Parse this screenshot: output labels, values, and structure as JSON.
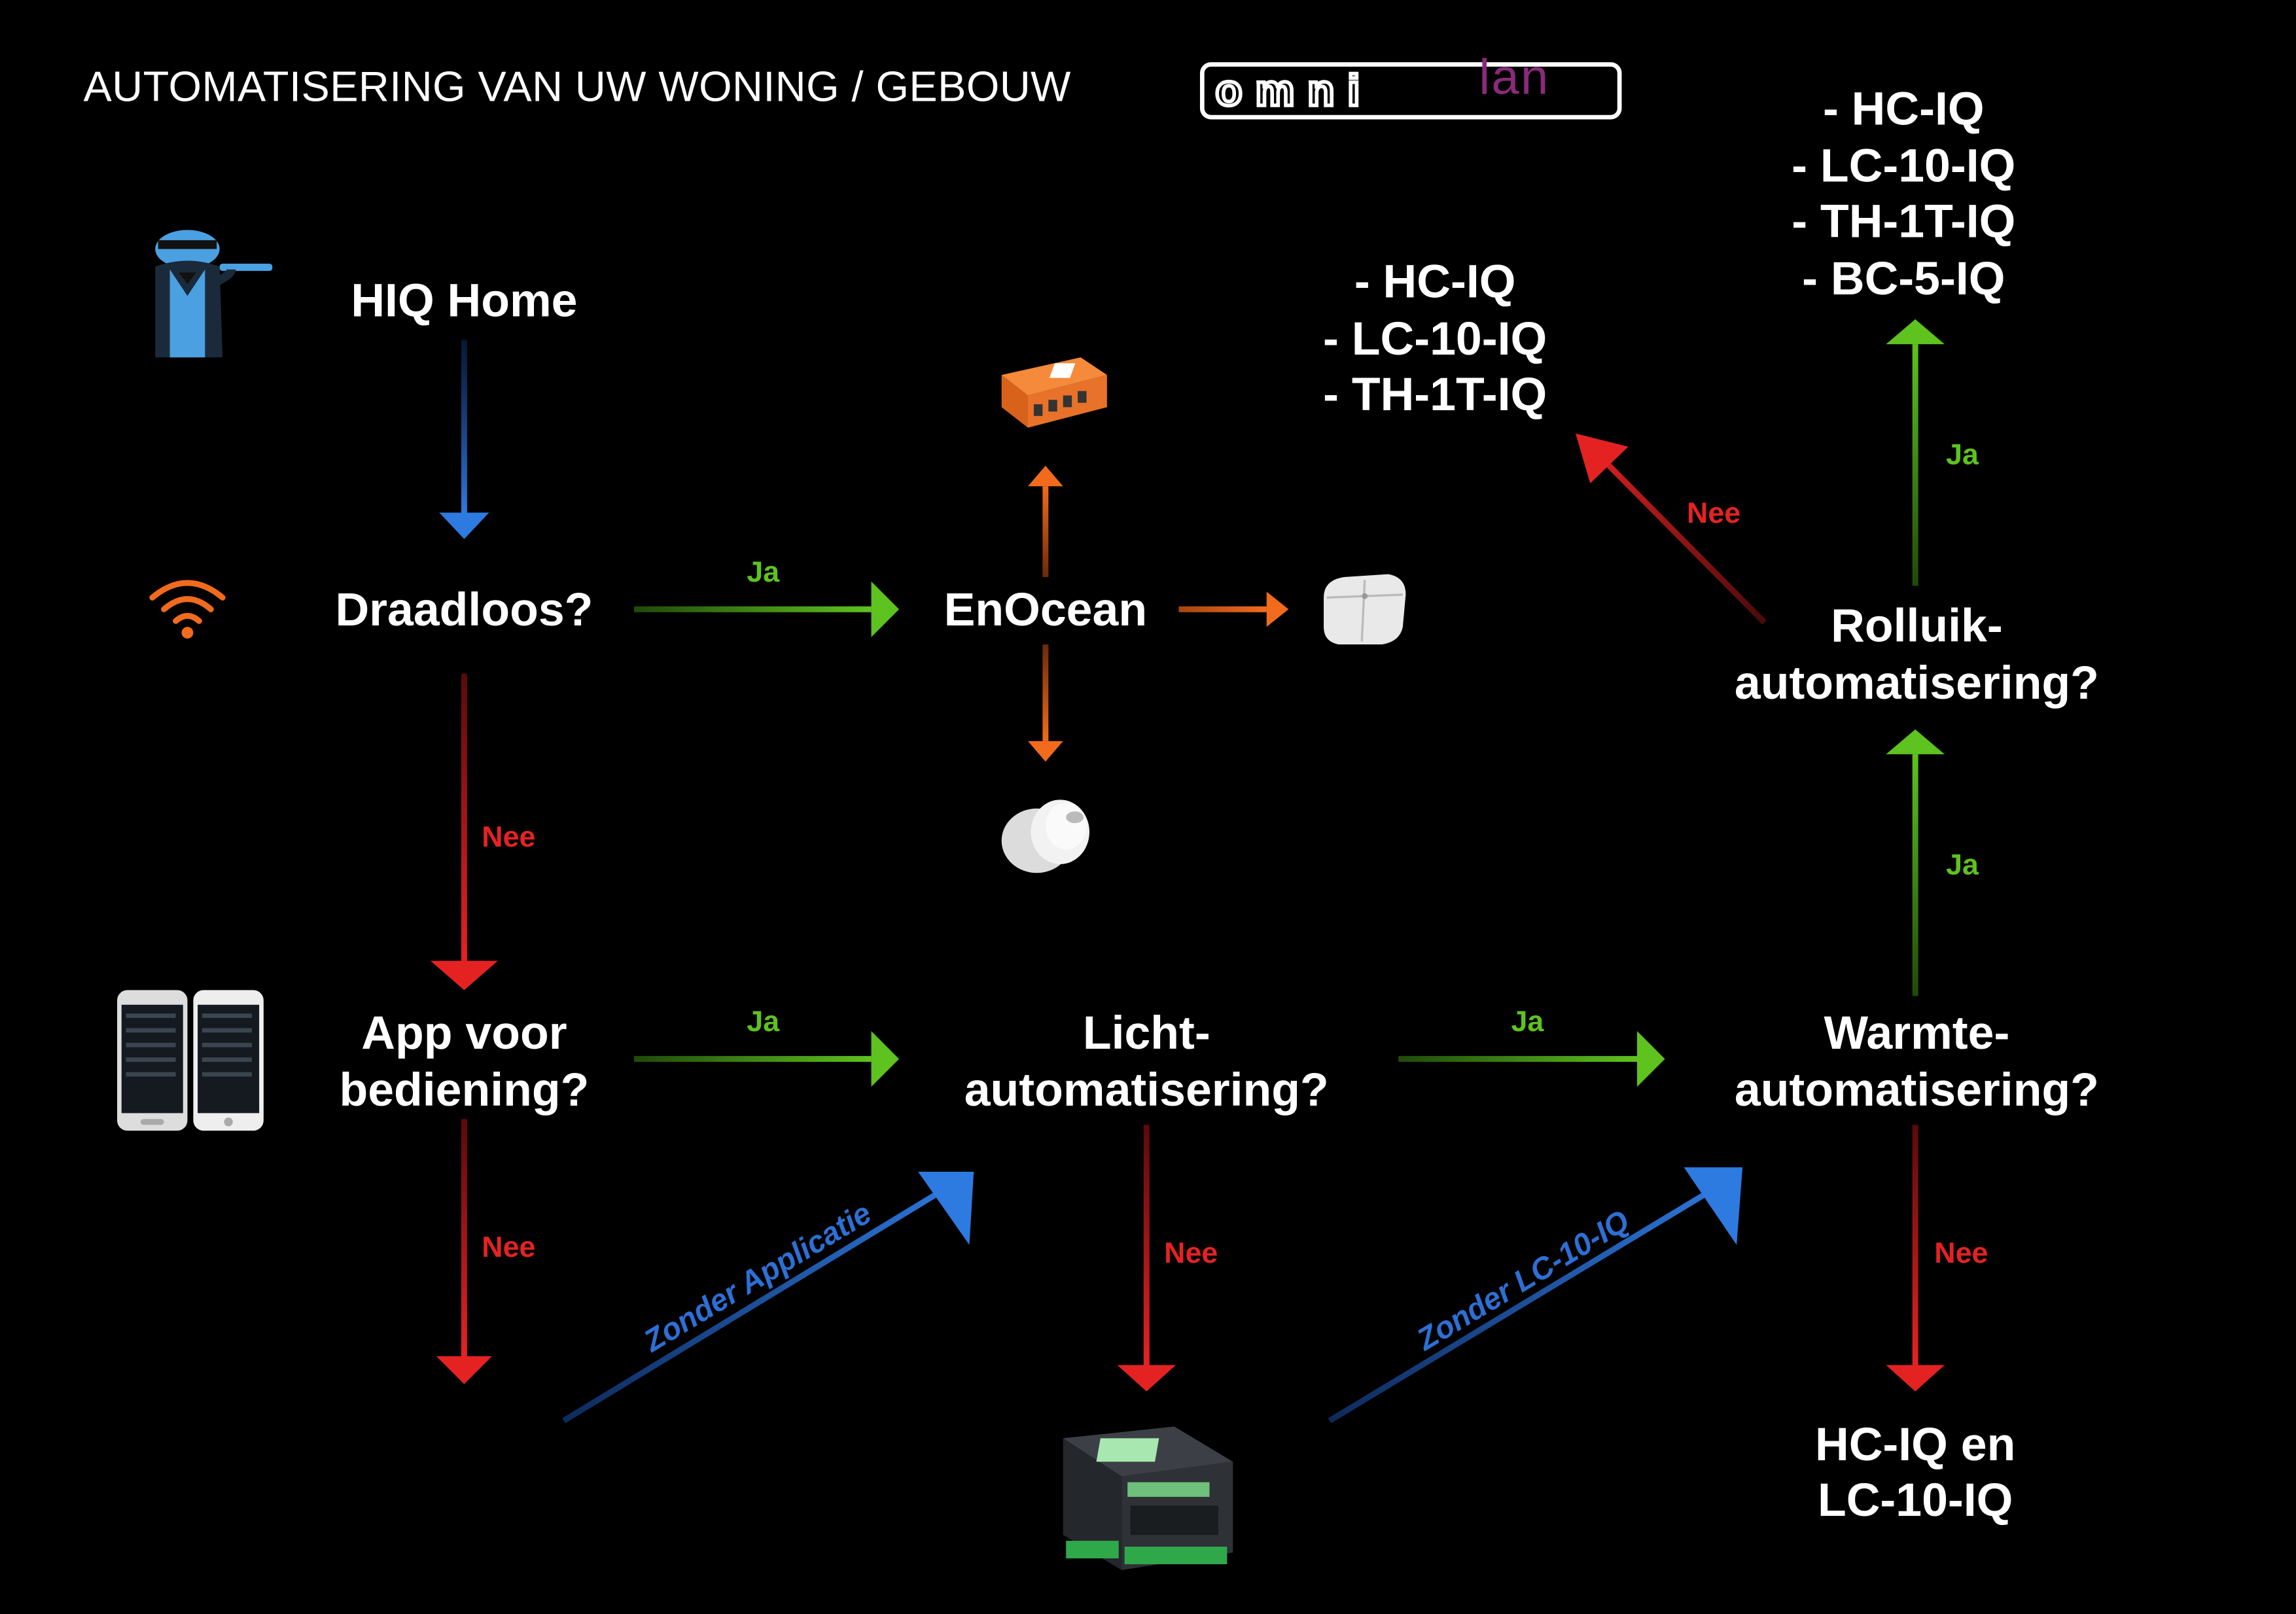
{
  "header": {
    "title": "AUTOMATISERING VAN UW WONING / GEBOUW"
  },
  "logo": {
    "part1": "omni",
    "part2": "lan"
  },
  "nodes": {
    "hiq_home": "HIQ Home",
    "draadloos": "Draadloos?",
    "enocean": "EnOcean",
    "app_line1": "App voor",
    "app_line2": "bediening?",
    "licht_line1": "Licht-",
    "licht_line2": "automatisering?",
    "warmte_line1": "Warmte-",
    "warmte_line2": "automatisering?",
    "rolluik_line1": "Rolluik-",
    "rolluik_line2": "automatisering?",
    "hc_lc_line1": "HC-IQ en",
    "hc_lc_line2": "LC-10-IQ"
  },
  "lists": {
    "middle": [
      "- HC-IQ",
      "- LC-10-IQ",
      "- TH-1T-IQ"
    ],
    "right": [
      "- HC-IQ",
      "- LC-10-IQ",
      "- TH-1T-IQ",
      "- BC-5-IQ"
    ]
  },
  "labels": {
    "ja": "Ja",
    "nee": "Nee",
    "zonder_applicatie": "Zonder Applicatie",
    "zonder_lc": "Zonder LC-10-IQ"
  },
  "colors": {
    "green": "#5ec21f",
    "red": "#e52222",
    "blue": "#2d6fd4",
    "orange": "#f26b1d",
    "logo_purple": "#8a2a7a"
  }
}
